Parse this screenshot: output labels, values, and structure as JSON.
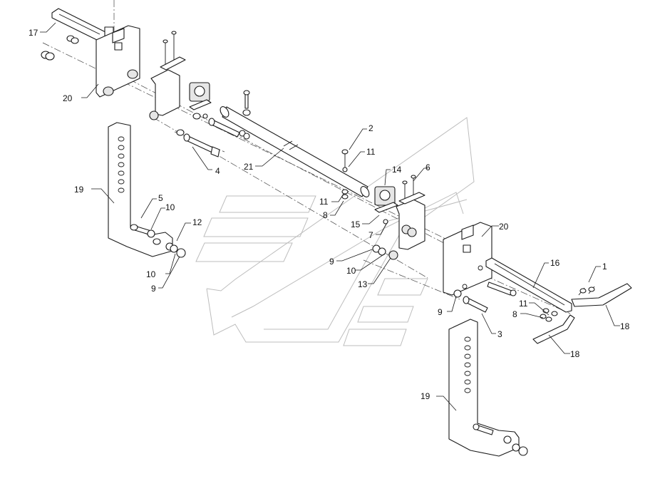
{
  "diagram": {
    "callouts": [
      {
        "id": "c1",
        "label": "1"
      },
      {
        "id": "c2",
        "label": "2"
      },
      {
        "id": "c3",
        "label": "3"
      },
      {
        "id": "c4",
        "label": "4"
      },
      {
        "id": "c5",
        "label": "5"
      },
      {
        "id": "c6",
        "label": "6"
      },
      {
        "id": "c7",
        "label": "7"
      },
      {
        "id": "c8a",
        "label": "8"
      },
      {
        "id": "c8b",
        "label": "8"
      },
      {
        "id": "c9a",
        "label": "9"
      },
      {
        "id": "c9b",
        "label": "9"
      },
      {
        "id": "c9c",
        "label": "9"
      },
      {
        "id": "c10a",
        "label": "10"
      },
      {
        "id": "c10b",
        "label": "10"
      },
      {
        "id": "c10c",
        "label": "10"
      },
      {
        "id": "c11a",
        "label": "11"
      },
      {
        "id": "c11b",
        "label": "11"
      },
      {
        "id": "c11c",
        "label": "11"
      },
      {
        "id": "c12",
        "label": "12"
      },
      {
        "id": "c13",
        "label": "13"
      },
      {
        "id": "c14",
        "label": "14"
      },
      {
        "id": "c15",
        "label": "15"
      },
      {
        "id": "c16",
        "label": "16"
      },
      {
        "id": "c17",
        "label": "17"
      },
      {
        "id": "c18a",
        "label": "18"
      },
      {
        "id": "c18b",
        "label": "18"
      },
      {
        "id": "c19a",
        "label": "19"
      },
      {
        "id": "c19b",
        "label": "19"
      },
      {
        "id": "c20a",
        "label": "20"
      },
      {
        "id": "c20b",
        "label": "20"
      },
      {
        "id": "c21",
        "label": "21"
      }
    ]
  }
}
